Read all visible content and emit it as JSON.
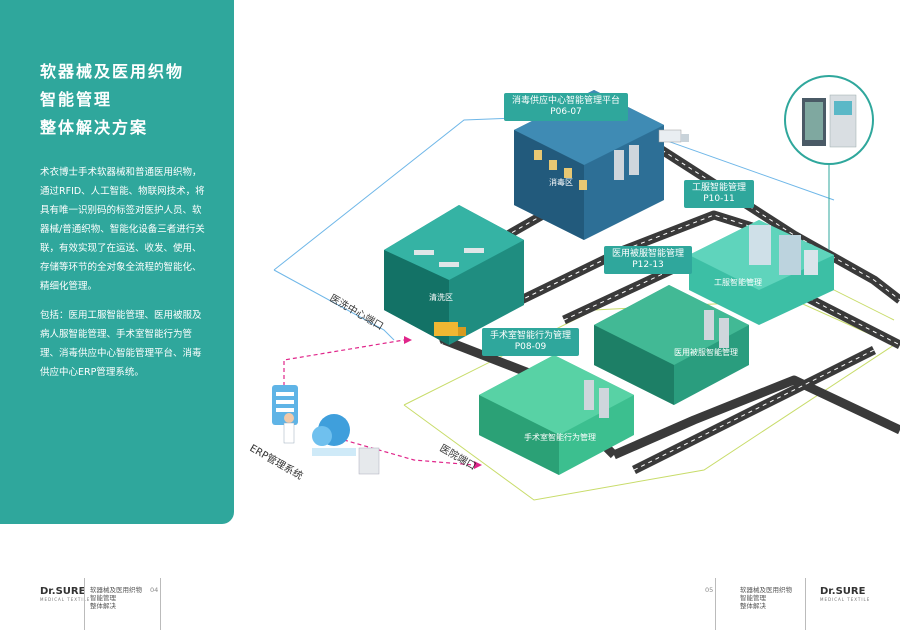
{
  "sidebar": {
    "title_lines": [
      "软器械及医用织物",
      "智能管理",
      "整体解决方案"
    ],
    "paragraph1": "术衣博士手术软器械和普通医用织物，通过RFID、人工智能、物联网技术，将具有唯一识别码的标签对医护人员、软器械/普通织物、智能化设备三者进行关联，有效实现了在运送、收发、使用、存储等环节的全对象全流程的智能化、精细化管理。",
    "paragraph2": "包括：医用工服智能管理、医用被服及病人服智能管理、手术室智能行为管理、消毒供应中心智能管理平台、消毒供应中心ERP管理系统。"
  },
  "callouts": [
    {
      "title": "消毒供应中心智能管理平台",
      "page": "P06-07"
    },
    {
      "title": "工服智能管理",
      "page": "P10-11"
    },
    {
      "title": "医用被服智能管理",
      "page": "P12-13"
    },
    {
      "title": "手术室智能行为管理",
      "page": "P08-09"
    }
  ],
  "labels": {
    "wash_port": "医洗中心端口",
    "hospital_port": "医院端口",
    "erp": "ERP管理系统",
    "room_disinfect": "消毒区",
    "room_clean": "清洗区",
    "room_uniform": "工服智能管理",
    "room_bedding": "医用被服智能管理",
    "room_surgery": "手术室智能行为管理"
  },
  "footer": {
    "left_logo": "Dr.SURE",
    "left_logo_sub": "MEDICAL TEXTILE",
    "left_text": [
      "软器械及医用织物",
      "智能管理",
      "整体解决"
    ],
    "left_page": "04",
    "right_page": "05",
    "right_text": [
      "软器械及医用织物",
      "智能管理",
      "整体解决"
    ],
    "right_logo": "Dr.SURE",
    "right_logo_sub": "MEDICAL TEXTILE"
  },
  "colors": {
    "teal": "#2fa79c",
    "road": "#3a3a3a",
    "magenta": "#e0258a",
    "green_line": "#c8dc6a",
    "blue_line": "#6fb7e8"
  }
}
